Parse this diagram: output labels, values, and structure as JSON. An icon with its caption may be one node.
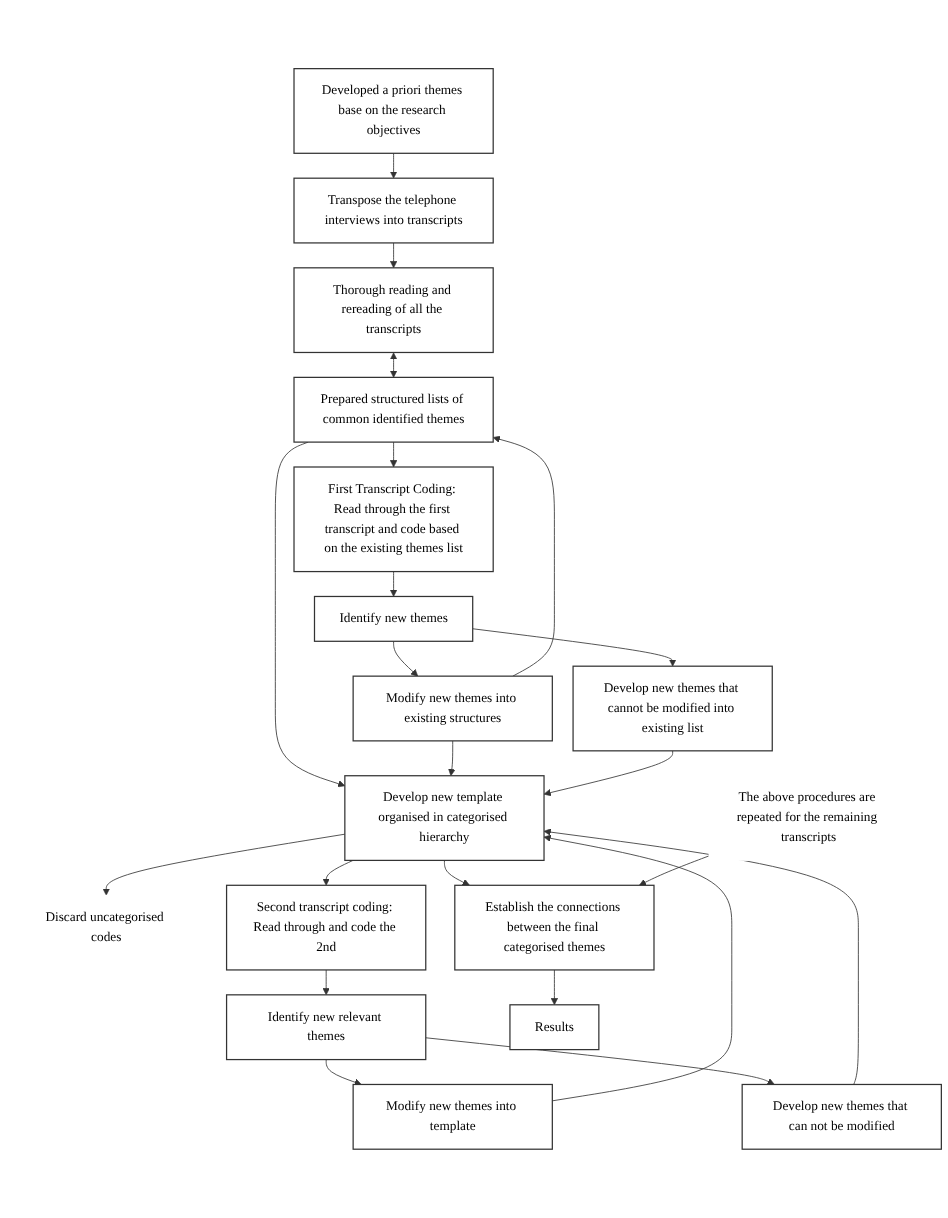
{
  "diagram": {
    "nodes": [
      {
        "text": [
          "Developed a priori themes base on the research objectives"
        ]
      },
      {
        "text": [
          "Transpose the telephone interviews into transcripts"
        ]
      },
      {
        "text": [
          "Thorough reading and rereading of all the transcripts"
        ]
      },
      {
        "text": [
          "Prepared structured lists of common identified themes"
        ]
      },
      {
        "text": [
          "First Transcript Coding: Read through the first transcript and code based on the existing themes list"
        ]
      },
      {
        "text": [
          "Identify new themes"
        ]
      },
      {
        "text": [
          "Modify new themes into existing structures"
        ]
      },
      {
        "text": [
          "Develop new themes that cannot be modified into existing list"
        ]
      },
      {
        "text": [
          "Develop new template organised in categorised hierarchy"
        ]
      },
      {
        "text": [
          "Discard uncategorised codes"
        ]
      },
      {
        "text": [
          "Second transcript coding: Read through and code the 2nd"
        ]
      },
      {
        "text": [
          "Identify new relevant themes"
        ]
      },
      {
        "text": [
          "Modify new themes into template"
        ]
      },
      {
        "text": [
          "Develop new themes that can not be modified"
        ]
      },
      {
        "text": [
          "The above procedures are repeated for the remaining transcripts"
        ]
      },
      {
        "text": [
          "Establish the connections between the final categorised themes"
        ]
      },
      {
        "text": [
          "Results"
        ]
      }
    ],
    "edges": [
      {
        "from": 0,
        "to": 1,
        "arrow": "to"
      },
      {
        "from": 1,
        "to": 2,
        "arrow": "to"
      },
      {
        "from": 2,
        "to": 3,
        "arrow": "both"
      },
      {
        "from": 3,
        "to": 4,
        "arrow": "to"
      },
      {
        "from": 4,
        "to": 5,
        "arrow": "to"
      },
      {
        "from": 5,
        "to": 6,
        "arrow": "to"
      },
      {
        "from": 5,
        "to": 7,
        "arrow": "to"
      },
      {
        "from": 6,
        "to": 3,
        "arrow": "to"
      },
      {
        "from": 3,
        "to": 8,
        "arrow": "to"
      },
      {
        "from": 6,
        "to": 8,
        "arrow": "to"
      },
      {
        "from": 7,
        "to": 8,
        "arrow": "to"
      },
      {
        "from": 8,
        "to": 9,
        "arrow": "to"
      },
      {
        "from": 8,
        "to": 10,
        "arrow": "to"
      },
      {
        "from": 8,
        "to": 15,
        "arrow": "to"
      },
      {
        "from": 10,
        "to": 11,
        "arrow": "to"
      },
      {
        "from": 11,
        "to": 12,
        "arrow": "to"
      },
      {
        "from": 11,
        "to": 13,
        "arrow": "to"
      },
      {
        "from": 12,
        "to": 8,
        "arrow": "to"
      },
      {
        "from": 13,
        "to": 8,
        "arrow": "to"
      },
      {
        "from": 14,
        "to": 15,
        "arrow": "to"
      },
      {
        "from": 15,
        "to": 16,
        "arrow": "to"
      }
    ]
  }
}
